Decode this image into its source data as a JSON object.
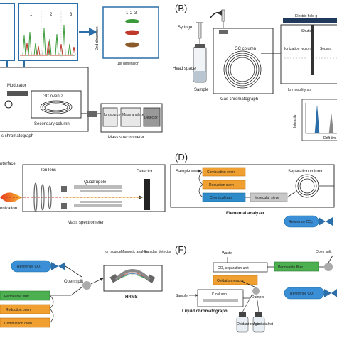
{
  "panelA": {
    "peak_labels": [
      "1",
      "2",
      "3"
    ],
    "second_dim_label": "2nd dimension",
    "first_dim_label": "1st dimension",
    "spot_labels": [
      "1",
      "2",
      "3"
    ],
    "modulator": "Modulator",
    "gc_oven2": "GC oven 2",
    "secondary_column": "Secondary column",
    "gas_chromatograph": "s chromatograph",
    "ion_source": "Ion source",
    "mass_analyzer": "Mass analyzer",
    "detector": "Detector",
    "mass_spectrometer": "Mass spectrometer"
  },
  "panelB": {
    "letter": "(B)",
    "syringe": "Syringe",
    "head_space": "Head space",
    "sample": "Sample",
    "gc_column": "GC column",
    "gas_chromatograph": "Gas chromatograph",
    "electric_field": "Electric field g",
    "shutter": "Shutter",
    "ionization_region": "Ionization region",
    "separation": "Separa",
    "ion_mobility": "Ion mobility sp",
    "intensity": "Intensity",
    "drift_time": "Drift tim"
  },
  "panelC": {
    "interface": "nterface",
    "ionization": "onization",
    "ion_lens": "Ion lens",
    "quadrupole": "Quadrupole",
    "detector": "Detector",
    "mass_spectrometer": "Mass spectrometer"
  },
  "panelD": {
    "letter": "(D)",
    "sample": "Sample",
    "combustion_oven": "Combustion oven",
    "reduction_oven": "Reduction oven",
    "chemical_trap": "Chemical trap",
    "molecular_sieve": "Molecular sieve",
    "separation_column": "Separation column",
    "elemental_analyzer": "Elemental analyzer",
    "reference_co2": "Reference CO₂"
  },
  "panelE": {
    "reference_co2": "Reference CO₂",
    "open_split": "Open split",
    "permeable_filter": "Permeable filter",
    "reduction_oven": "Reduction oven",
    "combustion_oven": "Combustion oven",
    "ion_source": "Ion source",
    "magnetic_analyzer": "Magnetic analyzer",
    "faraday_detector": "Faraday detector",
    "hrms": "HRMS"
  },
  "panelF": {
    "letter": "(F)",
    "waste": "Waste",
    "co2_separation_unit": "CO₂ separation unit",
    "oxidation_reactor": "Oxidation reactor",
    "permeable_filter": "Permeable filter",
    "open_split": "Open split",
    "sample": "Sample",
    "lc_column": "LC column",
    "damper": "Damper",
    "liquid_chromatograph": "Liquid chromatograph",
    "reference_co2": "Reference CO₂",
    "oxidant_reagent": "Oxidant reagent",
    "acid_catalyst": "Acid catalyst"
  }
}
